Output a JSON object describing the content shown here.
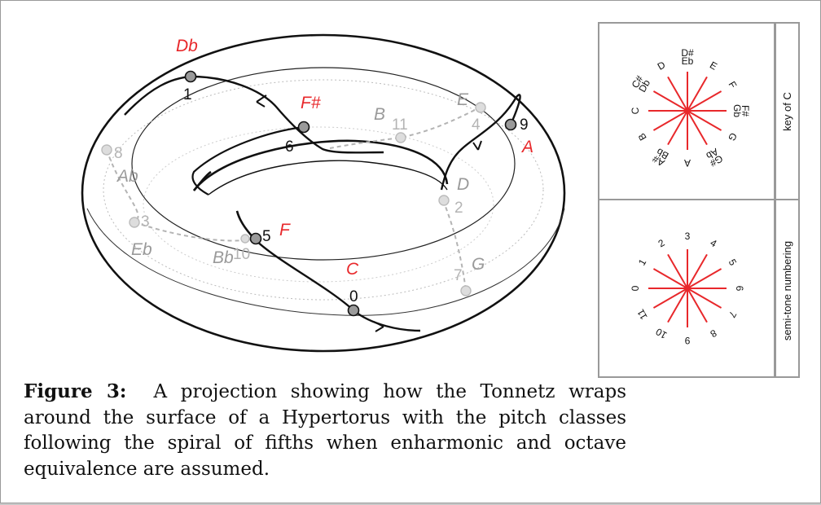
{
  "figure": {
    "label": "Figure 3:",
    "caption": "A projection showing how the Tonnetz wraps around the surface of a Hypertorus with the pitch classes following the spiral of fifths when enharmonic and octave equivalence are assumed."
  },
  "torus": {
    "front_points": [
      {
        "num": "1",
        "note": "Db"
      },
      {
        "num": "6",
        "note": "F#"
      },
      {
        "num": "9",
        "note": "A"
      },
      {
        "num": "5",
        "note": "F"
      },
      {
        "num": "0",
        "note": "C"
      }
    ],
    "back_points": [
      {
        "num": "8",
        "note": "Ab"
      },
      {
        "num": "3",
        "note": "Eb"
      },
      {
        "num": "10",
        "note": "Bb"
      },
      {
        "num": "11",
        "note": "B"
      },
      {
        "num": "4",
        "note": "E"
      },
      {
        "num": "2",
        "note": "D"
      },
      {
        "num": "7",
        "note": "G"
      }
    ],
    "colors": {
      "ink": "#111111",
      "red": "#e8282b",
      "grey": "#b4b4b4"
    }
  },
  "key_panel": {
    "label": "key of C",
    "notes": [
      "C",
      "C#\nDb",
      "D",
      "D#\nEb",
      "E",
      "F",
      "F#\nGb",
      "G",
      "G#\nAb",
      "A",
      "A#\nBb",
      "B"
    ]
  },
  "semitone_panel": {
    "label": "semi-tone numbering",
    "numbers": [
      "0",
      "1",
      "2",
      "3",
      "4",
      "5",
      "6",
      "7",
      "8",
      "9",
      "10",
      "11"
    ]
  }
}
